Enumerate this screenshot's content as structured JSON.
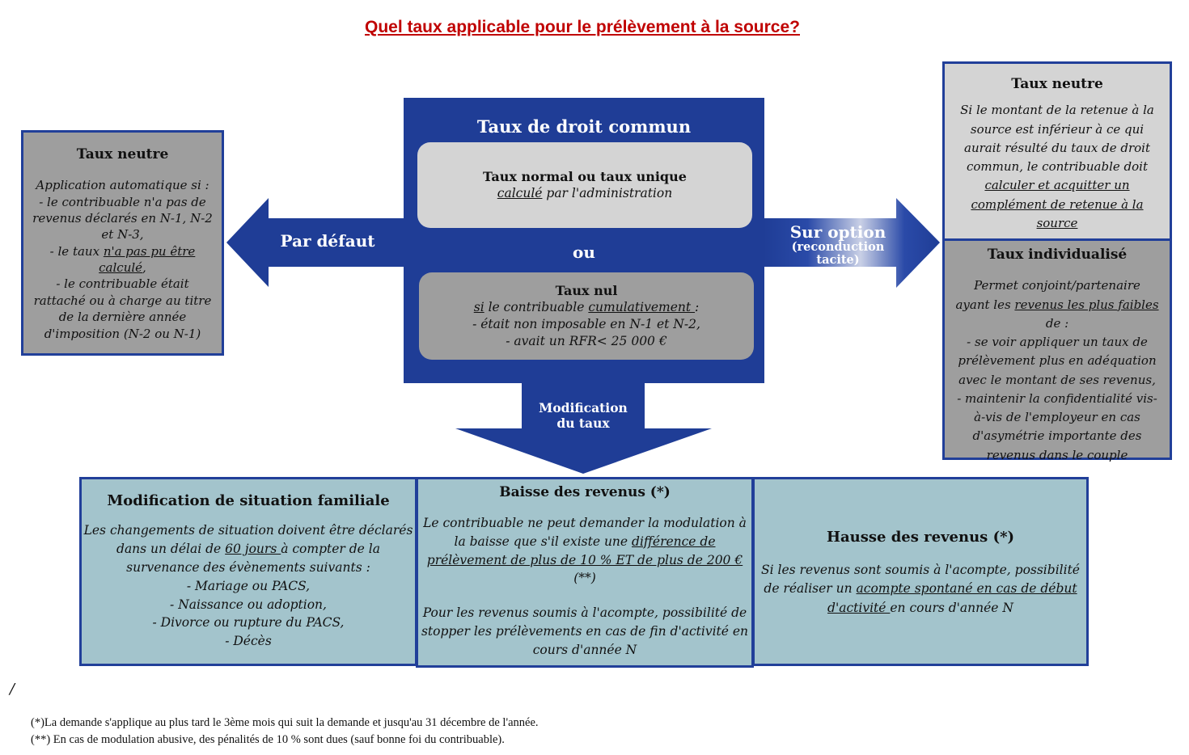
{
  "title": "Quel taux applicable pour le prélèvement à la source?",
  "center": {
    "heading": "Taux de droit commun",
    "normal": {
      "title": "Taux normal  ou taux unique",
      "sub_u": "calculé",
      "sub_rest": " par l'administration"
    },
    "ou": "ou",
    "nul": {
      "title": "Taux nul",
      "l1_a": "si",
      "l1_b": " le contribuable ",
      "l1_u": "cumulativement ",
      "l1_c": " :",
      "l2": "- était non imposable  en N-1 et N-2,",
      "l3": "- avait un RFR< 25 000 €"
    }
  },
  "arrows": {
    "left_label": "Par défaut",
    "right_label": "Sur option",
    "right_sub": "(reconduction tacite)",
    "down_label_1": "Modification",
    "down_label_2": "du taux"
  },
  "left_box": {
    "heading": "Taux neutre",
    "l1": "Application  automatique si :",
    "l2": "- le contribuable  n'a pas de",
    "l3": "revenus déclarés en N-1, N-2",
    "l4": "et N-3,",
    "l5_a": "- le taux ",
    "l5_u": "n'a pas pu être",
    "l6_u": "calculé",
    "l6_b": ",",
    "l7": "- le contribuable  était",
    "l8": "rattaché ou à charge au titre",
    "l9": "de la dernière année",
    "l10": "d'imposition (N-2 ou N-1)"
  },
  "right_top": {
    "heading": "Taux neutre",
    "l1": "Si le montant de la retenue à la",
    "l2": "source est inférieur à ce qui",
    "l3": "aurait résulté du taux de droit",
    "l4": "commun,  le contribuable doit",
    "l5_u": "calculer  et acquitter  un",
    "l6_u": "complément de retenue à la",
    "l7_u": "source"
  },
  "right_bottom": {
    "heading": "Taux individualisé",
    "l1": "Permet conjoint/partenaire",
    "l2_a": "ayant les ",
    "l2_u": "revenus les plus faibles",
    "l3": "de :",
    "l4": "- se voir appliquer  un taux de",
    "l5": "prélèvement plus en adéquation",
    "l6": "avec le montant de ses revenus,",
    "l7": "- maintenir  la confidentialité vis-",
    "l8": "à-vis de l'employeur en cas",
    "l9": "d'asymétrie importante  des",
    "l10": "revenus dans le couple"
  },
  "bottom": {
    "family": {
      "heading": "Modification de situation familiale",
      "l1": "Les changements  de situation doivent être déclarés",
      "l2_a": "dans un délai de ",
      "l2_u": "60 jours ",
      "l2_b": "à compter de la",
      "l3": "survenance  des évènements suivants :",
      "l4": "- Mariage ou PACS,",
      "l5": "- Naissance ou adoption,",
      "l6": "- Divorce ou rupture  du PACS,",
      "l7": "- Décès"
    },
    "baisse": {
      "heading": "Baisse des revenus (*)",
      "l1": "Le contribuable  ne peut demander la modulation à",
      "l2_a": "la baisse que s'il existe une ",
      "l2_u": "différence de ",
      "l3_u": "prélèvement  de plus de 10 % ET de plus de 200 € ",
      "l4": "(**)",
      "l5": "Pour les revenus soumis à l'acompte, possibilité de",
      "l6": "stopper les prélèvements en cas de fin d'activité en",
      "l7": "cours d'année N"
    },
    "hausse": {
      "heading": "Hausse des revenus (*)",
      "l1": "Si les revenus sont soumis à l'acompte, possibilité",
      "l2_a": "de réaliser un ",
      "l2_u": "acompte spontané en cas de début",
      "l3_u": "d'activité ",
      "l3_b": "en cours d'année N"
    }
  },
  "stray_mark": "/",
  "footnotes": {
    "f1": "(*)La demande s'applique au plus tard le 3ème mois qui suit la demande et jusqu'au 31 décembre de l'année.",
    "f2": "(**) En cas de modulation abusive, des pénalités de 10 % sont dues (sauf bonne foi du contribuable)."
  },
  "colors": {
    "navy": "#1f3d96",
    "title_red": "#c00000",
    "gray": "#9e9e9e",
    "light_gray": "#d4d4d4",
    "teal": "#a3c4cc"
  }
}
